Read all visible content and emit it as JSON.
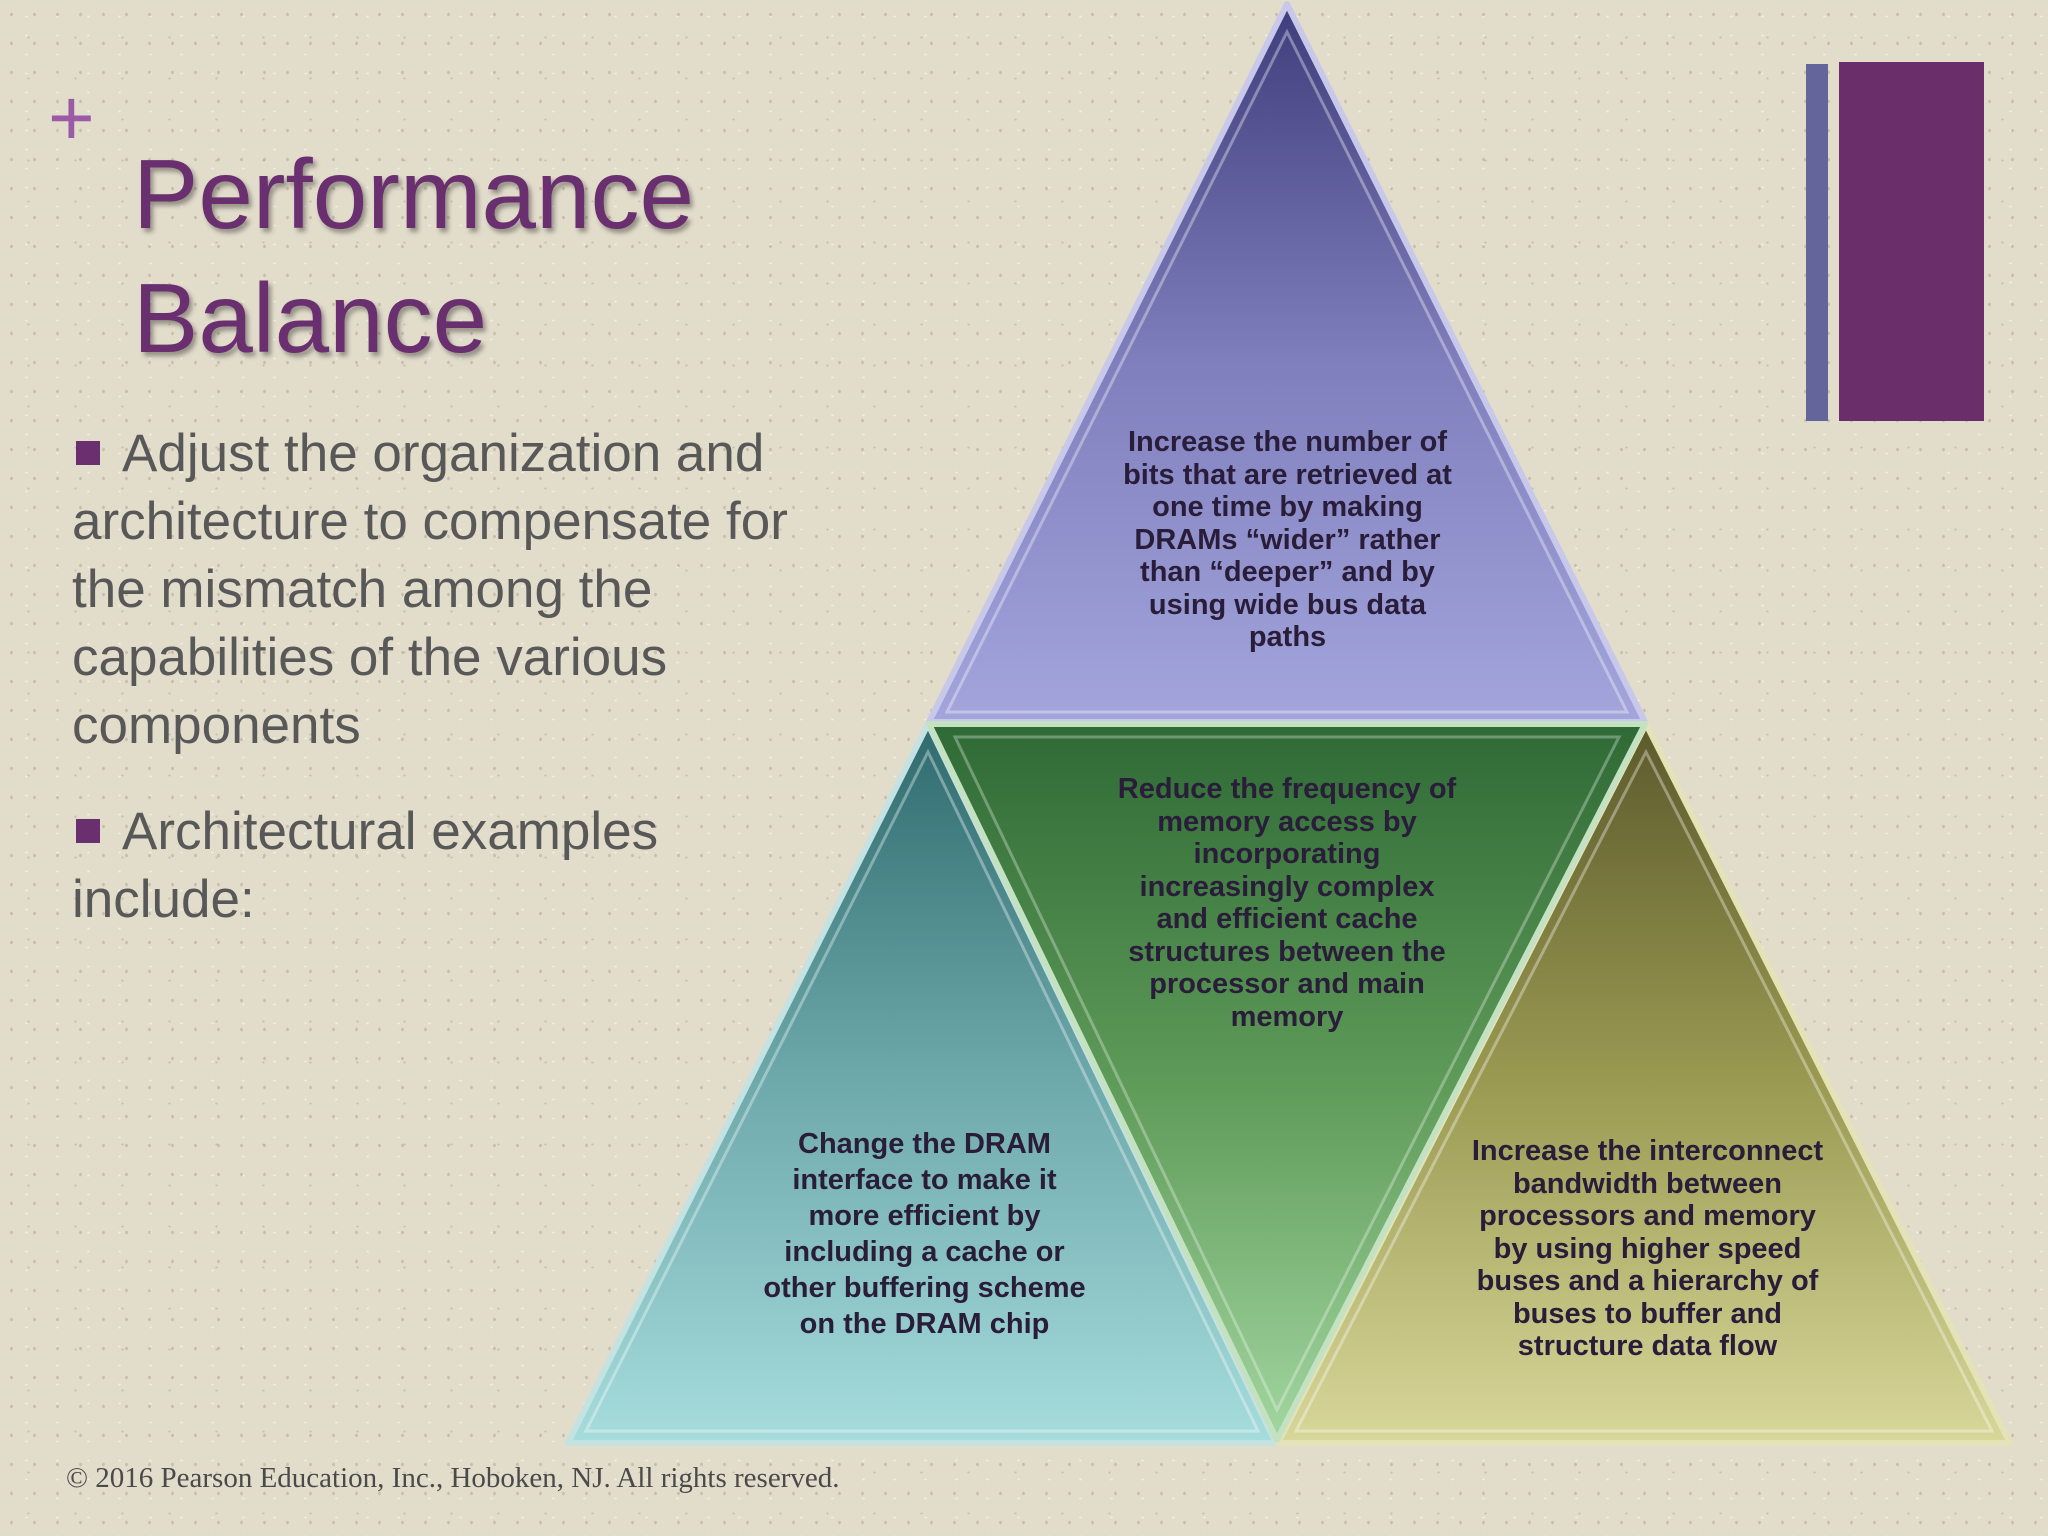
{
  "slide": {
    "plus_symbol": "+",
    "title_line1": "Performance",
    "title_line2": "Balance",
    "bullets": [
      "Adjust the organization and architecture to compensate for the mismatch among the capabilities of the various components",
      "Architectural examples include:"
    ],
    "footer": "© 2016 Pearson Education, Inc., Hoboken, NJ. All rights reserved."
  },
  "pyramid": {
    "top": "Increase the number of bits that are retrieved at one time by making DRAMs “wider” rather than “deeper” and by using wide bus data paths",
    "middle": "Reduce the frequency of memory access by incorporating increasingly complex and efficient cache structures between the processor and main memory",
    "left": "Change the DRAM interface to make it more efficient by including a cache or other buffering scheme on the DRAM chip",
    "right": "Increase the interconnect bandwidth between processors and memory by using higher speed buses and a hierarchy of buses to buffer and structure data flow"
  },
  "colors": {
    "title": "#6a2f6e",
    "accent_plus": "#9b5aa6",
    "bullet_marker": "#6a2f6e",
    "top_triangle": "#8c8cc8",
    "middle_triangle": "#5f9a58",
    "left_triangle": "#7fb8b9",
    "right_triangle": "#b4b266",
    "bar_thin": "#63659b",
    "bar_wide": "#6a2f6a"
  }
}
